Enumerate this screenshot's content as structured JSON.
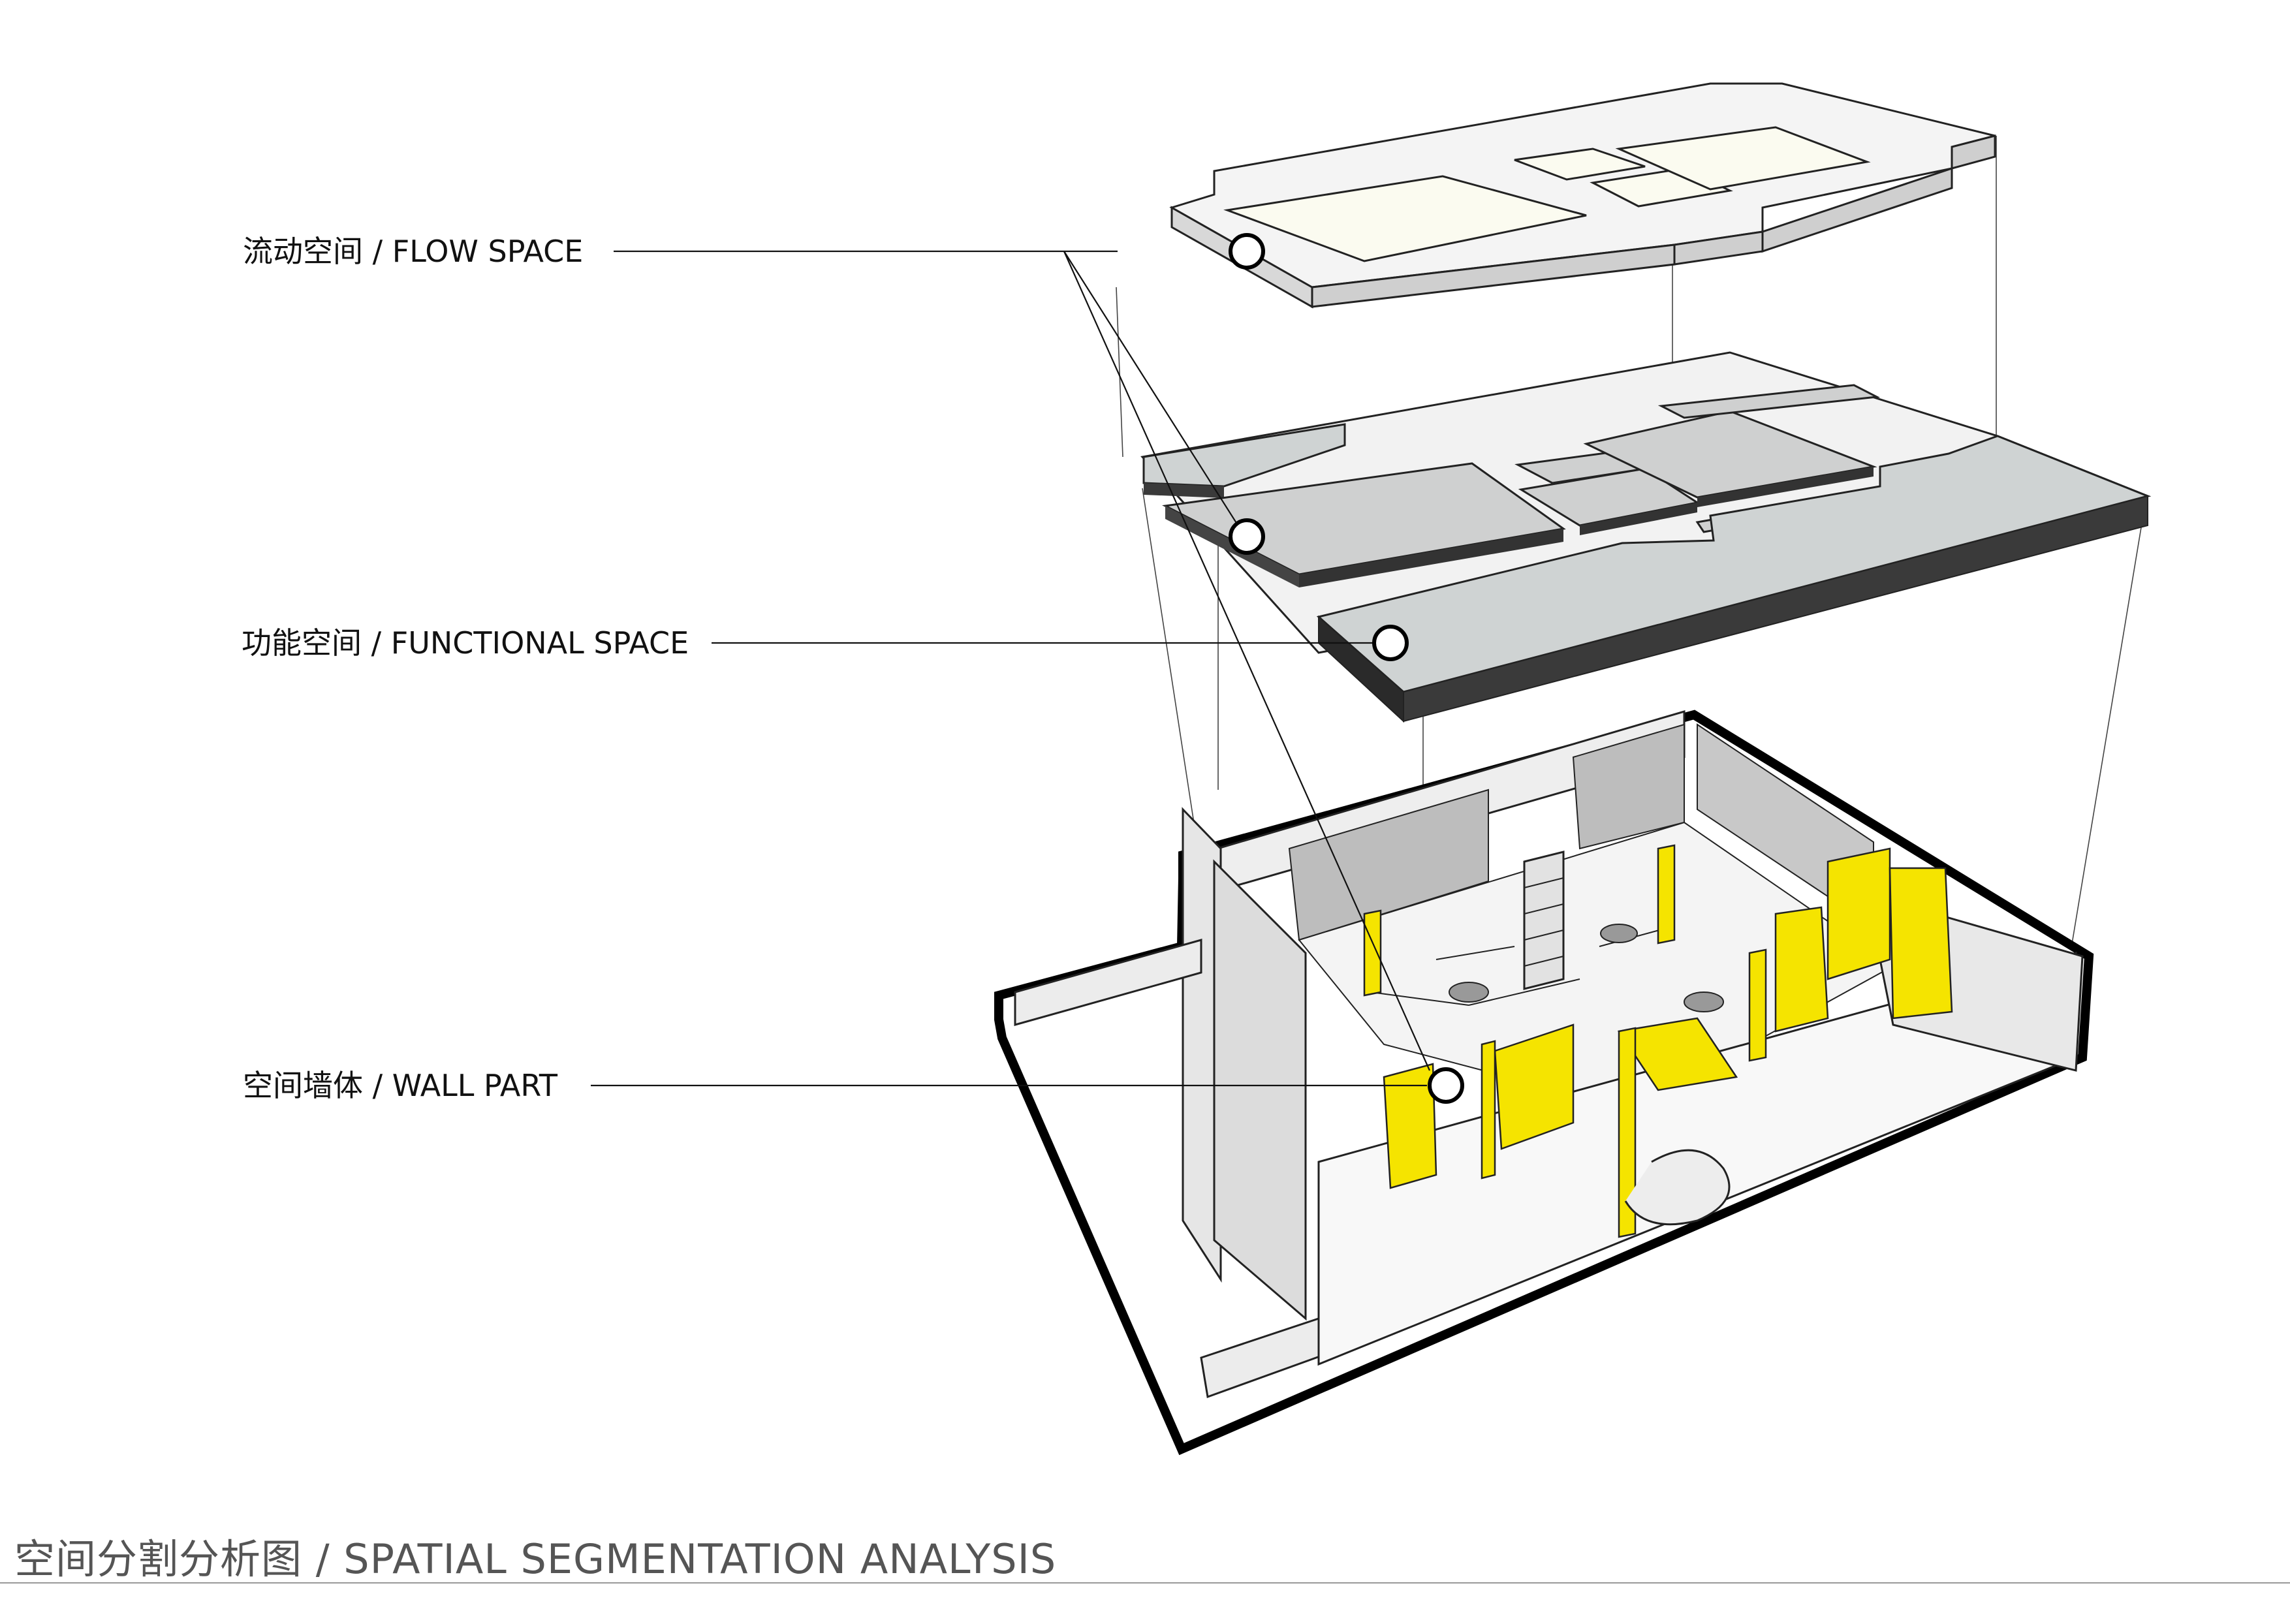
{
  "labels": {
    "flow_space": "流动空间 / FLOW SPACE",
    "functional_space": "功能空间 / FUNCTIONAL SPACE",
    "wall_part": "空间墙体 / WALL PART"
  },
  "footer": {
    "title": "空间分割分析图 / SPATIAL SEGMENTATION ANALYSIS"
  },
  "colors": {
    "accent_yellow": "#f5e400",
    "slab_gray": "#cfd3d3",
    "slab_edge": "#3a3a3a",
    "outline": "#000000"
  }
}
